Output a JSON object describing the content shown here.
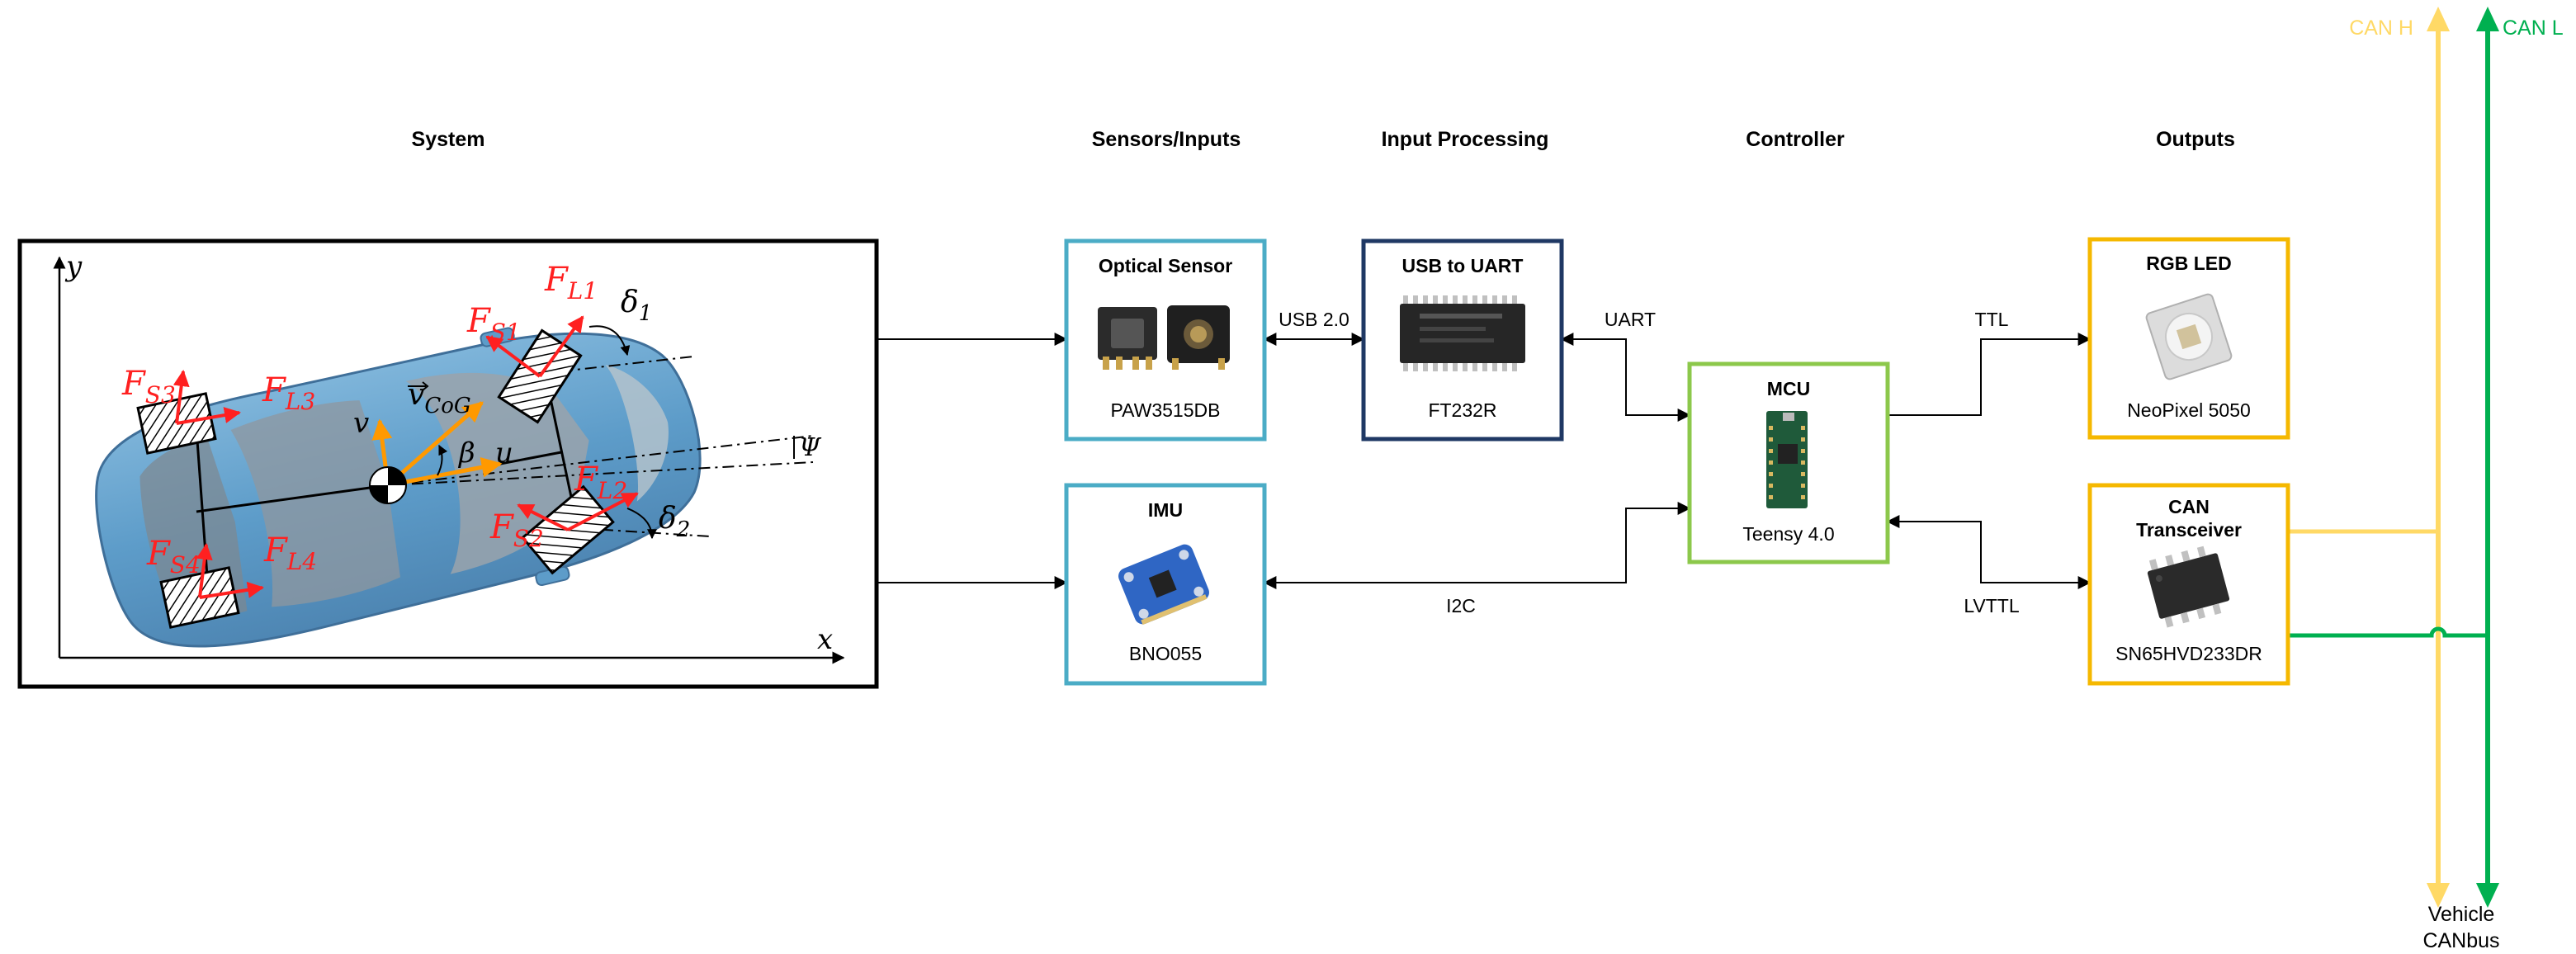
{
  "headers": {
    "system": "System",
    "sensors": "Sensors/Inputs",
    "processing": "Input Processing",
    "controller": "Controller",
    "outputs": "Outputs"
  },
  "blocks": {
    "optical": {
      "title": "Optical Sensor",
      "part": "PAW3515DB",
      "color": "#4bacc6"
    },
    "imu": {
      "title": "IMU",
      "part": "BNO055",
      "color": "#4bacc6"
    },
    "usb_uart": {
      "title": "USB to UART",
      "part": "FT232R",
      "color": "#1f3864"
    },
    "mcu": {
      "title": "MCU",
      "part": "Teensy 4.0",
      "color": "#8cc84b"
    },
    "rgb": {
      "title": "RGB LED",
      "part": "NeoPixel 5050",
      "color": "#f5b800"
    },
    "can": {
      "title_line1": "CAN",
      "title_line2": "Transceiver",
      "part": "SN65HVD233DR",
      "color": "#f5b800"
    }
  },
  "connections": {
    "usb": "USB 2.0",
    "uart": "UART",
    "ttl": "TTL",
    "i2c": "I2C",
    "lvttl": "LVTTL"
  },
  "bus": {
    "can_h": "CAN H",
    "can_l": "CAN L",
    "label_line1": "Vehicle",
    "label_line2": "CANbus",
    "can_h_color": "#ffd966",
    "can_l_color": "#00b050"
  },
  "vehicle_model": {
    "axis_x": "x",
    "axis_y": "y",
    "forces": {
      "fl1": "F",
      "fl1_sub": "L1",
      "fs1": "F",
      "fs1_sub": "S1",
      "fs3": "F",
      "fs3_sub": "S3",
      "fl3": "F",
      "fl3_sub": "L3",
      "fl2": "F",
      "fl2_sub": "L2",
      "fs2": "F",
      "fs2_sub": "S2",
      "fs4": "F",
      "fs4_sub": "S4",
      "fl4": "F",
      "fl4_sub": "L4"
    },
    "velocity": "v",
    "velocity_sub": "CoG",
    "v_lat": "v",
    "u_long": "u",
    "beta": "β",
    "psi": "Ψ",
    "delta1": "δ",
    "delta1_sub": "1",
    "delta2": "δ",
    "delta2_sub": "2"
  }
}
